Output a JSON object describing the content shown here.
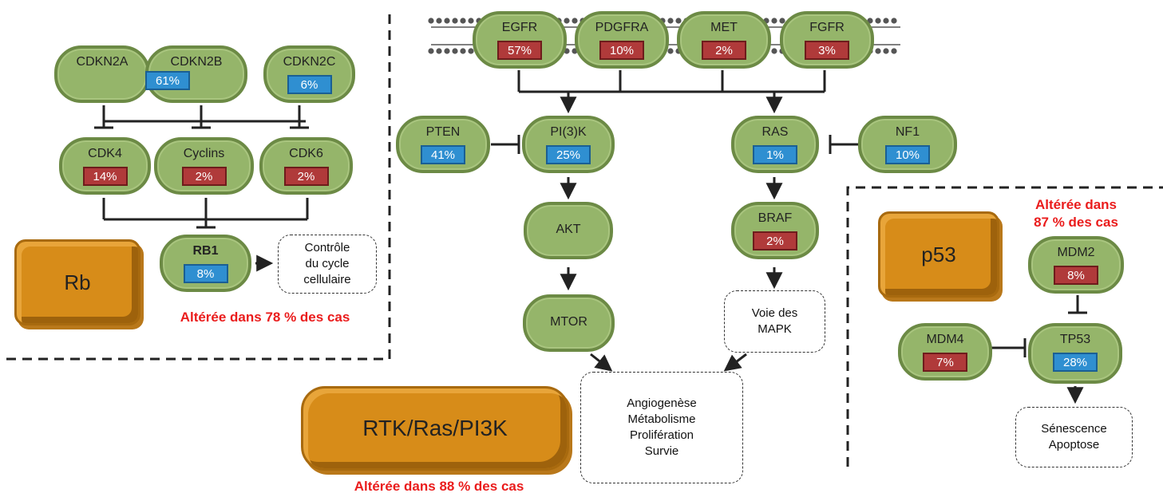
{
  "nodes": {
    "cdkn2a": {
      "name": "CDKN2A"
    },
    "cdkn2b": {
      "name": "CDKN2B",
      "value": "61%"
    },
    "cdkn2c": {
      "name": "CDKN2C",
      "value": "6%"
    },
    "cdk4": {
      "name": "CDK4",
      "value": "14%"
    },
    "cyclins": {
      "name": "Cyclins",
      "value": "2%"
    },
    "cdk6": {
      "name": "CDK6",
      "value": "2%"
    },
    "rb1": {
      "name": "RB1",
      "value": "8%"
    },
    "egfr": {
      "name": "EGFR",
      "value": "57%"
    },
    "pdgfra": {
      "name": "PDGFRA",
      "value": "10%"
    },
    "met": {
      "name": "MET",
      "value": "2%"
    },
    "fgfr": {
      "name": "FGFR",
      "value": "3%"
    },
    "pten": {
      "name": "PTEN",
      "value": "41%"
    },
    "pi3k": {
      "name": "PI(3)K",
      "value": "25%"
    },
    "ras": {
      "name": "RAS",
      "value": "1%"
    },
    "nf1": {
      "name": "NF1",
      "value": "10%"
    },
    "akt": {
      "name": "AKT"
    },
    "braf": {
      "name": "BRAF",
      "value": "2%"
    },
    "mtor": {
      "name": "MTOR"
    },
    "mdm2": {
      "name": "MDM2",
      "value": "8%"
    },
    "mdm4": {
      "name": "MDM4",
      "value": "7%"
    },
    "tp53": {
      "name": "TP53",
      "value": "28%"
    }
  },
  "outcomes": {
    "cell_cycle": [
      "Contrôle",
      "du cycle",
      "cellulaire"
    ],
    "mapk": [
      "Voie des",
      "MAPK"
    ],
    "effects": [
      "Angiogenèse",
      "Métabolisme",
      "Prolifération",
      "Survie"
    ],
    "p53_effects": [
      "Sénescence",
      "Apoptose"
    ]
  },
  "pathways": {
    "rb": {
      "label": "Rb",
      "caption": "Altérée dans 78 % des cas"
    },
    "rtk": {
      "label": "RTK/Ras/PI3K",
      "caption": "Altérée dans 88 % des cas"
    },
    "p53": {
      "label": "p53",
      "caption_line1": "Altérée dans",
      "caption_line2": "87 % des cas"
    }
  },
  "colors": {
    "mutated_red": "#b03a3a",
    "deleted_blue": "#2f8fd1",
    "node_green": "#95b56a",
    "pathway_orange": "#d78c19",
    "caption_red": "#ea1c1c"
  }
}
